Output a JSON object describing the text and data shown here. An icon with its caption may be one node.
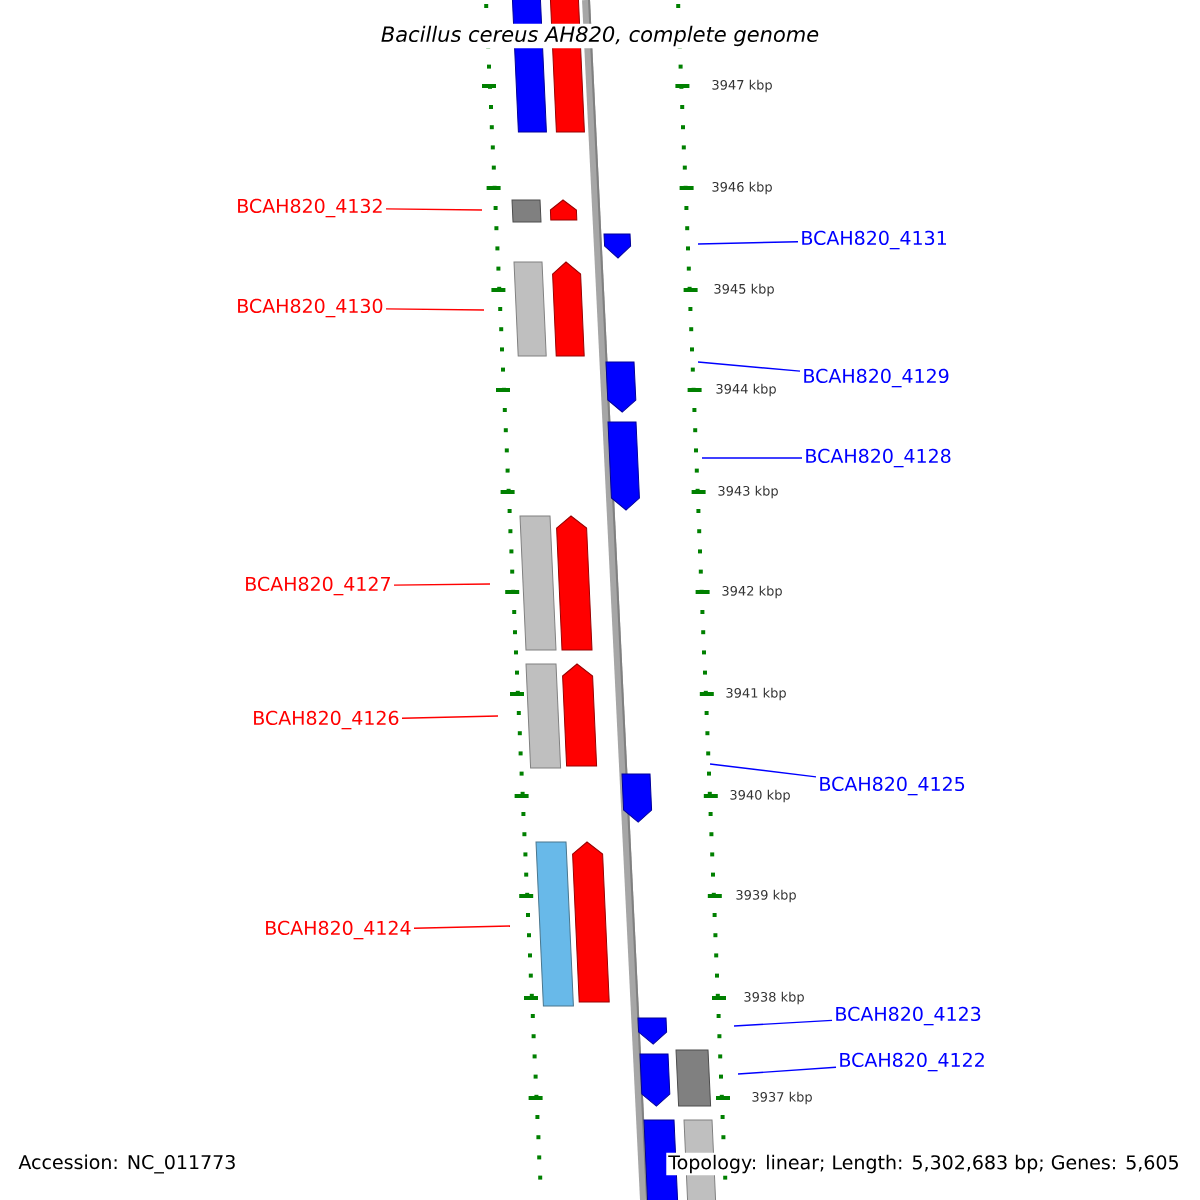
{
  "diagram": {
    "title": "Bacillus cereus AH820, complete genome",
    "nodes": [
      {
        "text": [
          "BCAH820_4132"
        ]
      },
      {
        "text": [
          "BCAH820_4131"
        ]
      },
      {
        "text": [
          "BCAH820_4130"
        ]
      },
      {
        "text": [
          "BCAH820_4129"
        ]
      },
      {
        "text": [
          "BCAH820_4128"
        ]
      },
      {
        "text": [
          "BCAH820_4127"
        ]
      },
      {
        "text": [
          "BCAH820_4126"
        ]
      },
      {
        "text": [
          "BCAH820_4125"
        ]
      },
      {
        "text": [
          "BCAH820_4124"
        ]
      },
      {
        "text": [
          "BCAH820_4123"
        ]
      },
      {
        "text": [
          "BCAH820_4122"
        ]
      }
    ],
    "edges": [
      {
        "from": 0,
        "to": null,
        "arrow": "none",
        "color": "#ff0000"
      },
      {
        "from": 1,
        "to": null,
        "arrow": "none",
        "color": "#0000ff"
      },
      {
        "from": 2,
        "to": null,
        "arrow": "none",
        "color": "#ff0000"
      },
      {
        "from": 3,
        "to": null,
        "arrow": "none",
        "color": "#0000ff"
      },
      {
        "from": 4,
        "to": null,
        "arrow": "none",
        "color": "#0000ff"
      },
      {
        "from": 5,
        "to": null,
        "arrow": "none",
        "color": "#ff0000"
      },
      {
        "from": 6,
        "to": null,
        "arrow": "none",
        "color": "#ff0000"
      },
      {
        "from": 7,
        "to": null,
        "arrow": "none",
        "color": "#0000ff"
      },
      {
        "from": 8,
        "to": null,
        "arrow": "none",
        "color": "#ff0000"
      },
      {
        "from": 9,
        "to": null,
        "arrow": "none",
        "color": "#0000ff"
      },
      {
        "from": 10,
        "to": null,
        "arrow": "none",
        "color": "#0000ff"
      }
    ],
    "labels": [
      "3947 kbp",
      "3946 kbp",
      "3945 kbp",
      "3944 kbp",
      "3943 kbp",
      "3942 kbp",
      "3941 kbp",
      "3940 kbp",
      "3939 kbp",
      "3938 kbp",
      "3937 kbp",
      "Accession: NC_011773",
      "Topology: linear; Length: 5,302,683 bp; Genes: 5,605"
    ]
  }
}
